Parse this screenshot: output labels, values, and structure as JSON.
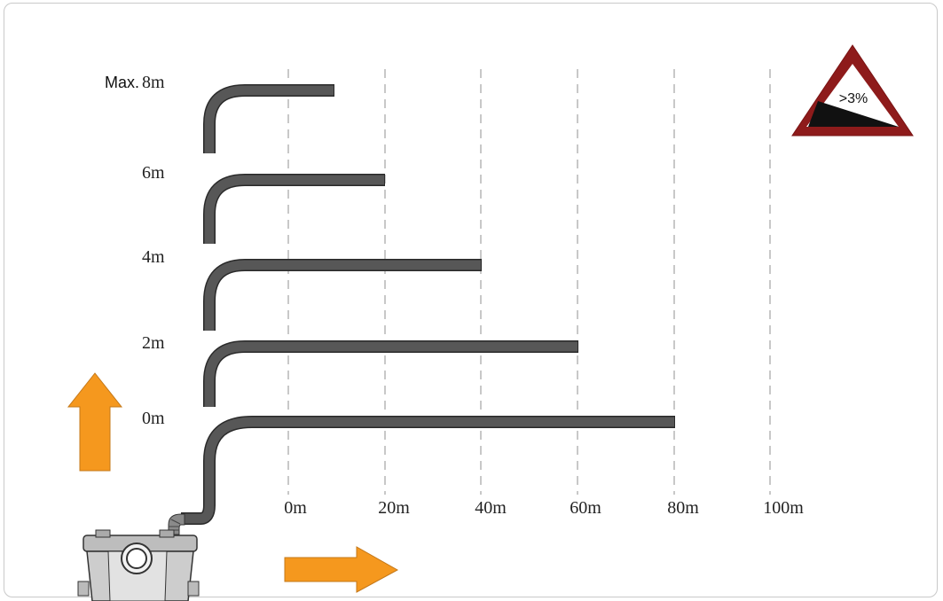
{
  "height_levels": [
    {
      "prefix": "Max.",
      "label": "8m"
    },
    {
      "prefix": "",
      "label": "6m"
    },
    {
      "prefix": "",
      "label": "4m"
    },
    {
      "prefix": "",
      "label": "2m"
    },
    {
      "prefix": "",
      "label": "0m"
    }
  ],
  "distance_ticks": [
    "0m",
    "20m",
    "40m",
    "60m",
    "80m",
    "100m"
  ],
  "warning_sign": {
    "text": ">3%"
  },
  "colors": {
    "pipe": "#575757",
    "arrow": "#f5981e",
    "sign_border": "#9b1c1c",
    "gridline": "#b5b5b5"
  }
}
